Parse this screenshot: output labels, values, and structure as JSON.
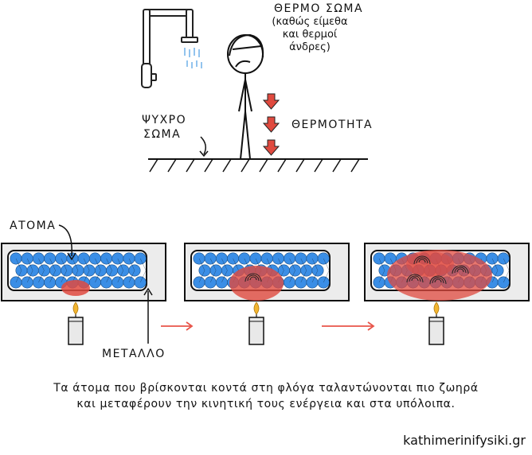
{
  "top_panel": {
    "hot_body_label": "ΘΕΡΜΟ ΣΩΜΑ",
    "hot_body_note_line1": "(καθώς είμεθα",
    "hot_body_note_line2": "και θερμοί",
    "hot_body_note_line3": "άνδρες)",
    "cold_body_line1": "ΨΥΧΡΟ",
    "cold_body_line2": "ΣΩΜΑ",
    "heat_label": "ΘΕΡΜΟΤΗΤΑ"
  },
  "bottom_panel": {
    "atoms_label": "ΑΤΟΜΑ",
    "metal_label": "ΜΕΤΑΛΛΟ"
  },
  "caption": {
    "line1": "Τα άτομα που βρίσκονται κοντά στη φλόγα ταλαντώνονται πιο ζωηρά",
    "line2": "και μεταφέρουν την κινητική τους ενέργεια και στα υπόλοιπα."
  },
  "credit": "kathimerinifysiki.gr",
  "colors": {
    "atom_blue": "#3a8ee6",
    "heat_red": "#e04a3f",
    "arrow_red": "#e8554a",
    "metal_gray": "#ececec",
    "flame_yellow": "#f2b531"
  }
}
